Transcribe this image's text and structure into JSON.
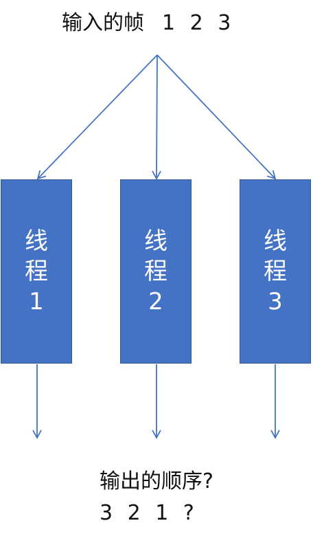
{
  "input": {
    "label": "输入的帧",
    "frames": "1 2 3"
  },
  "threads": [
    {
      "line1": "线",
      "line2": "程",
      "number": "1"
    },
    {
      "line1": "线",
      "line2": "程",
      "number": "2"
    },
    {
      "line1": "线",
      "line2": "程",
      "number": "3"
    }
  ],
  "output": {
    "question": "输出的顺序?",
    "sequence": "3 2 1 ?"
  },
  "colors": {
    "box_fill": "#4472c4",
    "box_border": "#2f5597",
    "arrow": "#4472c4",
    "text": "#111111"
  }
}
